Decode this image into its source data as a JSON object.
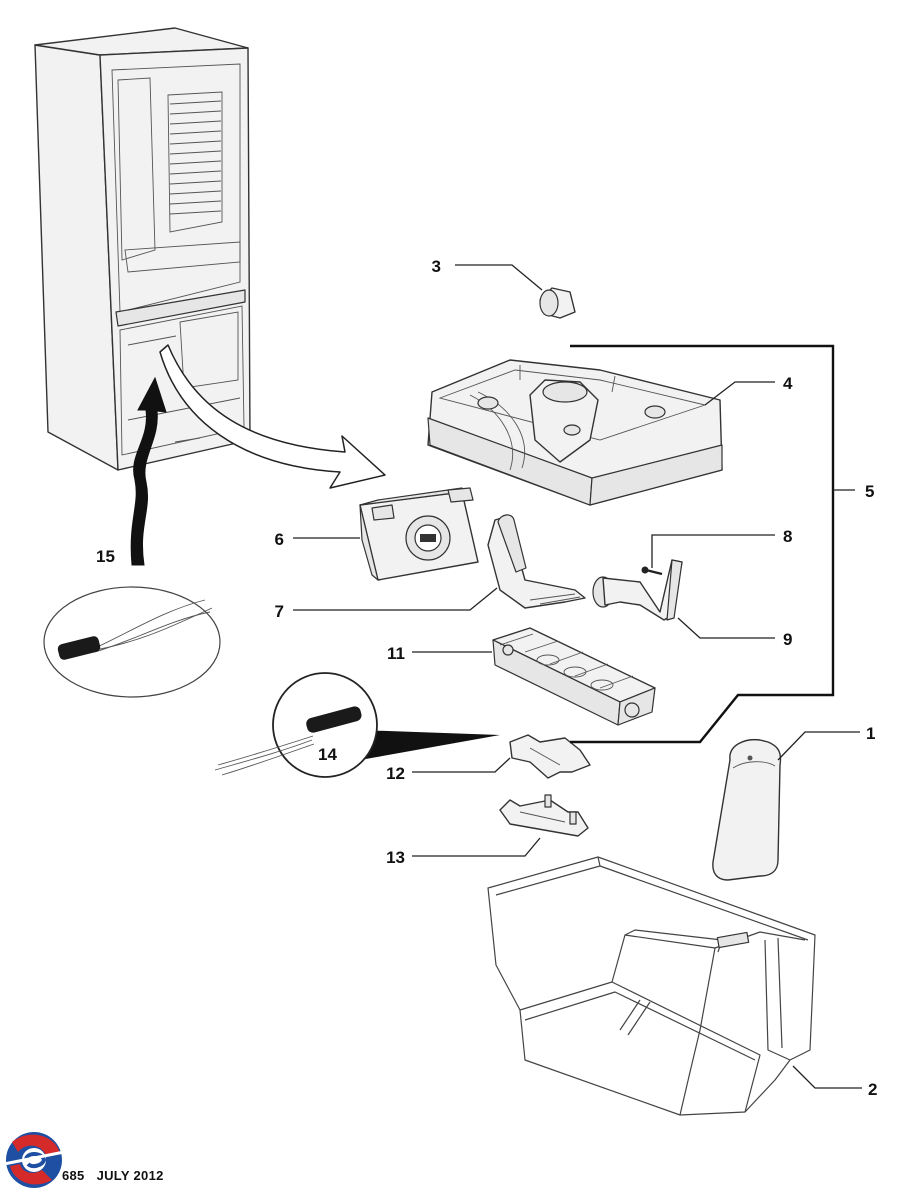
{
  "callouts": [
    {
      "id": "1",
      "text": "1"
    },
    {
      "id": "2",
      "text": "2"
    },
    {
      "id": "3",
      "text": "3"
    },
    {
      "id": "4",
      "text": "4"
    },
    {
      "id": "5",
      "text": "5"
    },
    {
      "id": "6",
      "text": "6"
    },
    {
      "id": "7",
      "text": "7"
    },
    {
      "id": "8",
      "text": "8"
    },
    {
      "id": "9",
      "text": "9"
    },
    {
      "id": "11",
      "text": "11"
    },
    {
      "id": "12",
      "text": "12"
    },
    {
      "id": "13",
      "text": "13"
    },
    {
      "id": "14",
      "text": "14"
    },
    {
      "id": "15",
      "text": "15"
    }
  ],
  "footer": {
    "code": "685",
    "date": "JULY 2012"
  },
  "logo": {
    "colors": [
      "#1f4fa3",
      "#d42a2a"
    ]
  }
}
